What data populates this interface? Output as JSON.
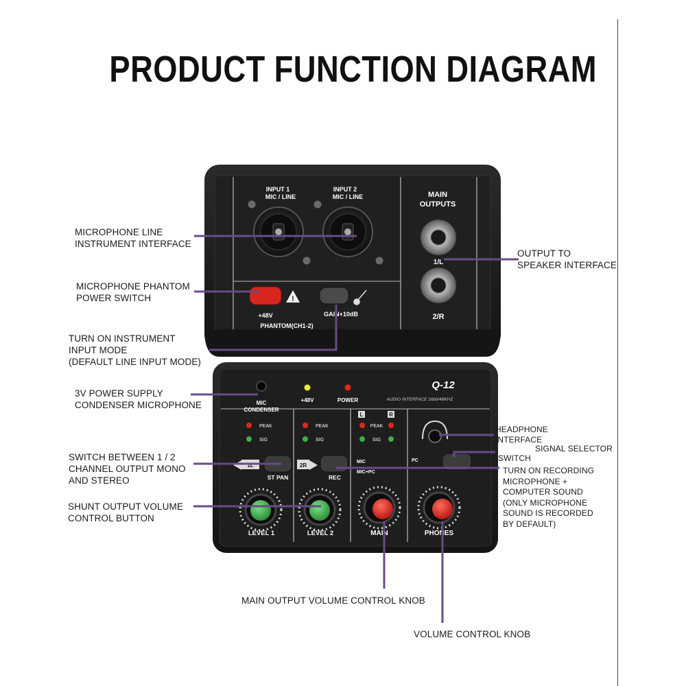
{
  "title": "PRODUCT FUNCTION DIAGRAM",
  "device": {
    "input1": "INPUT 1",
    "input1_sub": "MIC / LINE",
    "input2": "INPUT 2",
    "input2_sub": "MIC / LINE",
    "main_outputs_1": "MAIN",
    "main_outputs_2": "OUTPUTS",
    "out_1l": "1/L",
    "out_2r": "2/R",
    "phantom_48v": "+48V",
    "phantom_label": "PHANTOM(CH1-2)",
    "gain": "GAIN+10dB",
    "model": "Q-12",
    "model_sub": "AUDIO INTERFACE 16bit/48KHZ",
    "mic": "MIC",
    "condenser": "CONDENSER",
    "led_48v": "+48V",
    "led_power": "POWER",
    "peak": "PEAK",
    "sig": "SIG",
    "ch_l": "L",
    "ch_r": "R",
    "tag_1l": "1L",
    "tag_2r": "2R",
    "st_pan": "ST PAN",
    "rec": "REC",
    "rec_mic": "MIC",
    "rec_micpc": "MIC+PC",
    "pc": "PC",
    "level1": "LEVEL 1",
    "level2": "LEVEL 2",
    "main": "MAIN",
    "phones": "PHONES"
  },
  "callouts": {
    "mic_line": "MICROPHONE LINE\nINSTRUMENT INTERFACE",
    "phantom": "MICROPHONE PHANTOM\nPOWER SWITCH",
    "instrument": "TURN ON INSTRUMENT\nINPUT MODE\n(DEFAULT LINE INPUT MODE)",
    "power3v": "3V POWER SUPPLY\nCONDENSER MICROPHONE",
    "switch12": "SWITCH BETWEEN 1 / 2\nCHANNEL OUTPUT MONO\nAND STEREO",
    "shunt": "SHUNT OUTPUT VOLUME\nCONTROL BUTTON",
    "main_knob": "MAIN OUTPUT VOLUME CONTROL KNOB",
    "vol_knob": "VOLUME CONTROL KNOB",
    "output_speaker": "OUTPUT TO\nSPEAKER INTERFACE",
    "headphone": "HEADPHONE\nINTERFACE",
    "signal_selector": "SIGNAL SELECTOR",
    "switch": "SWITCH",
    "recording": "TURN ON RECORDING\nMICROPHONE +\nCOMPUTER SOUND\n(ONLY MICROPHONE\nSOUND IS RECORDED\nBY DEFAULT)"
  },
  "colors": {
    "leader": "#6a4a8a",
    "body": "#1c1c1c",
    "red_button": "#d8261f",
    "green_knob": "#3cb54a",
    "red_knob": "#e02a22"
  }
}
